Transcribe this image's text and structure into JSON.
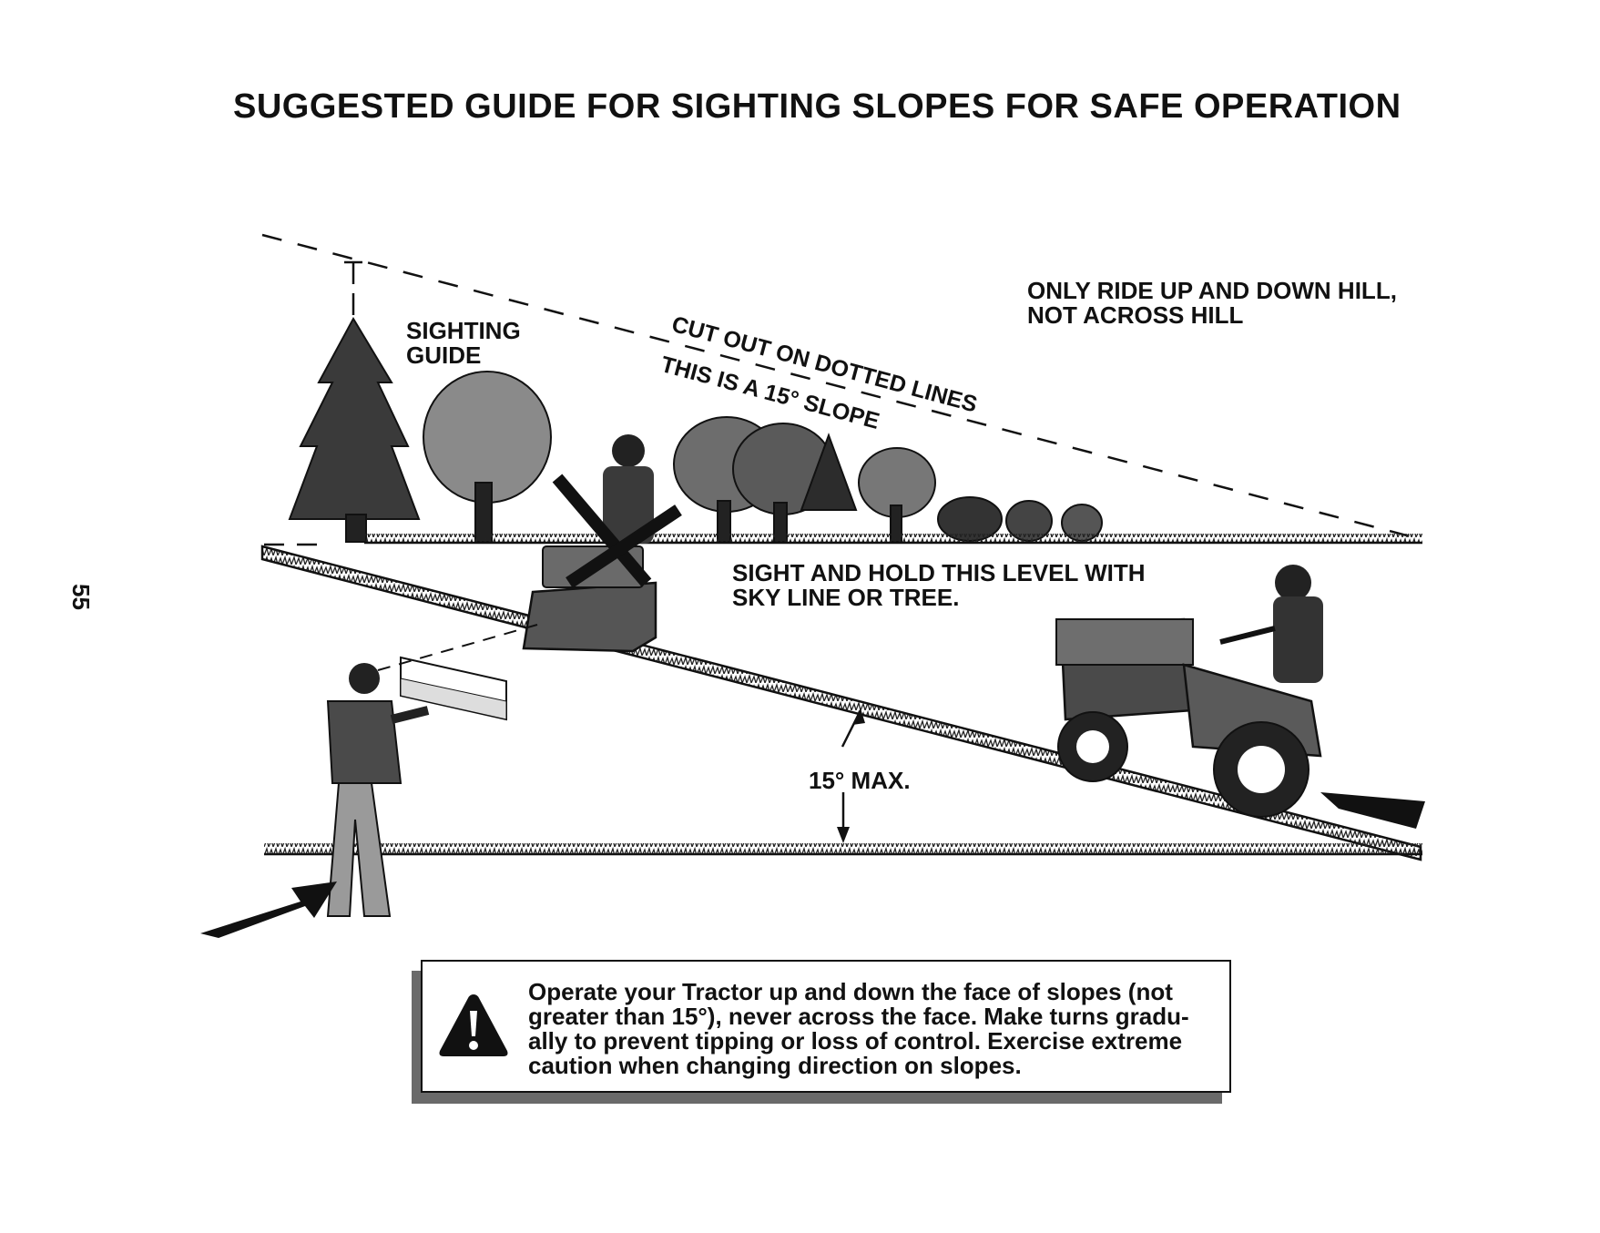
{
  "page": {
    "title": "SUGGESTED GUIDE FOR SIGHTING SLOPES FOR SAFE OPERATION",
    "page_number": "55"
  },
  "labels": {
    "sighting_guide": [
      "SIGHTING",
      "GUIDE"
    ],
    "cut_out": "CUT OUT ON DOTTED LINES",
    "slope_note": "THIS IS A 15° SLOPE",
    "ride_rule": [
      "ONLY RIDE UP AND DOWN HILL,",
      "NOT ACROSS HILL"
    ],
    "sight_hold": [
      "SIGHT AND HOLD THIS LEVEL WITH",
      "SKY LINE OR TREE."
    ],
    "max_angle": "15° MAX."
  },
  "warning": {
    "icon": "warning-triangle-icon",
    "lines": [
      "Operate your Tractor up and down the face of slopes (not",
      "greater than 15°), never across the face. Make turns gradu-",
      "ally to prevent tipping or loss of control. Exercise extreme",
      "caution when changing direction on slopes."
    ]
  }
}
